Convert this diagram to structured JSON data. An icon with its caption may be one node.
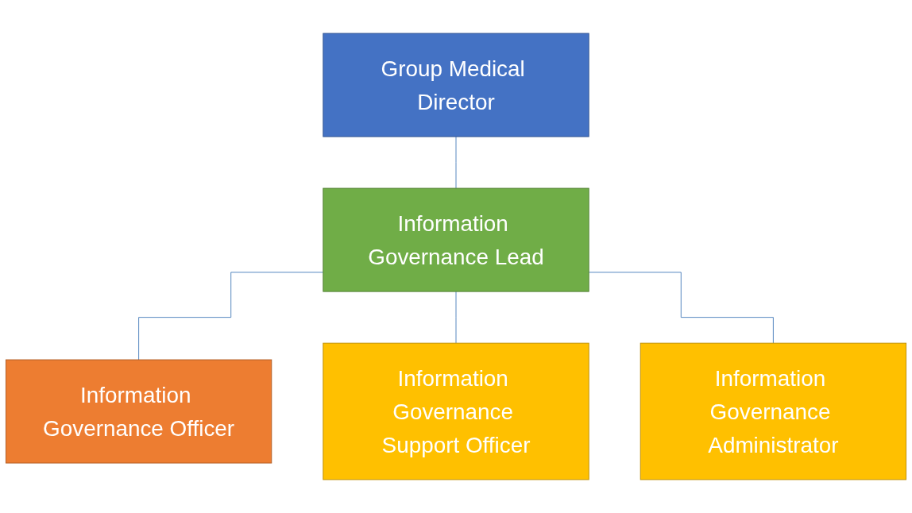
{
  "diagram": {
    "nodes": [
      {
        "text": [
          "Group Medical Director"
        ]
      },
      {
        "text": [
          "Information Governance Lead"
        ]
      },
      {
        "text": [
          "Information Governance Officer"
        ]
      },
      {
        "text": [
          "Information Governance Support Officer"
        ]
      },
      {
        "text": [
          "Information Governance Administrator"
        ]
      }
    ],
    "edges": [
      {
        "from": 0,
        "to": 1,
        "arrow": "none"
      },
      {
        "from": 1,
        "to": 2,
        "arrow": "none"
      },
      {
        "from": 1,
        "to": 3,
        "arrow": "none"
      },
      {
        "from": 1,
        "to": 4,
        "arrow": "none"
      }
    ]
  }
}
